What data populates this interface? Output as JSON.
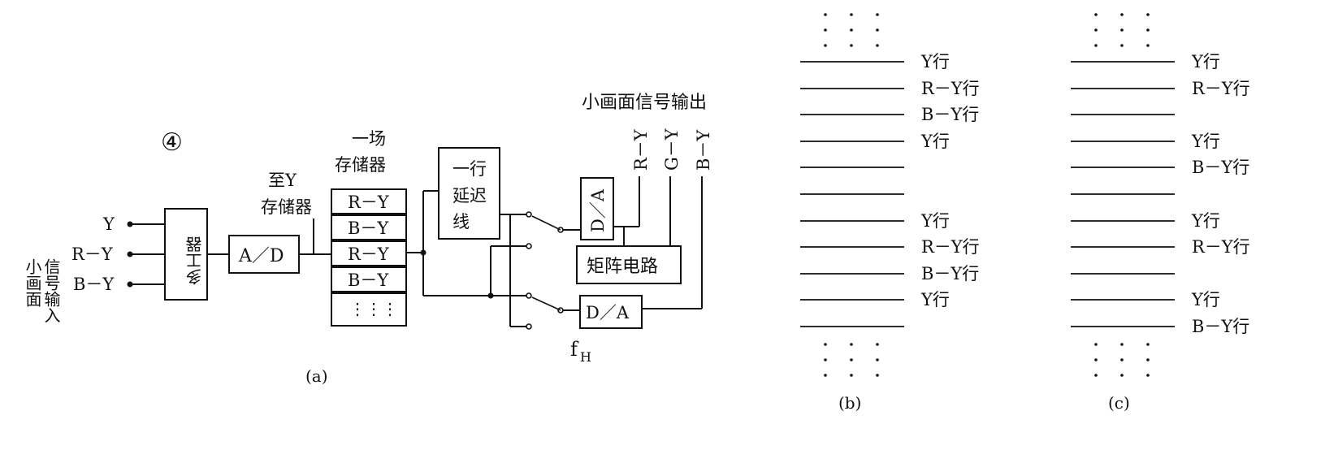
{
  "panel_a": {
    "badge": "④",
    "input_label_line1": "小画面",
    "input_label_line2": "信号输入",
    "inputs": [
      "Y",
      "R－Y",
      "B－Y"
    ],
    "mux": "多工器",
    "adc": "A／D",
    "to_y_line1": "至Y",
    "to_y_line2": "存储器",
    "field_mem_line1": "一场",
    "field_mem_line2": "存储器",
    "memory_cells": [
      "R－Y",
      "B－Y",
      "R－Y",
      "B－Y",
      "⋮⋮⋮"
    ],
    "delay_line1": "一行",
    "delay_line2": "延迟",
    "delay_line3": "线",
    "dac": "D／A",
    "dac2": "D／A",
    "matrix": "矩阵电路",
    "output_title": "小画面信号输出",
    "outputs": [
      "R－Y",
      "G－Y",
      "B－Y"
    ],
    "clock": "f",
    "clock_sub": "H",
    "caption": "(a)"
  },
  "panel_b": {
    "labels": [
      "Y行",
      "R－Y行",
      "B－Y行",
      "Y行",
      "",
      "",
      "Y行",
      "R－Y行",
      "B－Y行",
      "Y行",
      ""
    ],
    "caption": "(b)"
  },
  "panel_c": {
    "labels": [
      "Y行",
      "R－Y行",
      "",
      "Y行",
      "B－Y行",
      "",
      "Y行",
      "R－Y行",
      "",
      "Y行",
      "B－Y行"
    ],
    "caption": "(c)"
  }
}
